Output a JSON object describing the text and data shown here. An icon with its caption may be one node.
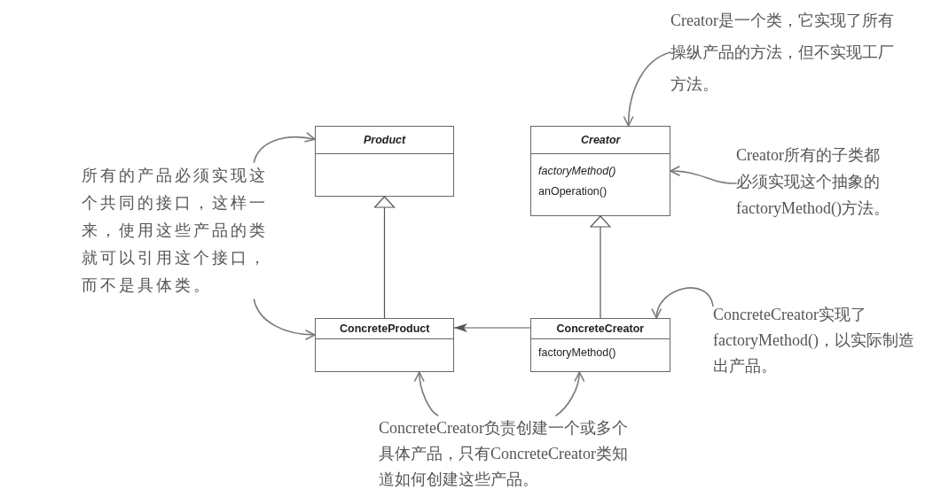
{
  "diagram": {
    "nodes": [
      {
        "text": [
          "Product"
        ]
      },
      {
        "text": [
          "Creator",
          "factoryMethod()",
          "anOperation()"
        ]
      },
      {
        "text": [
          "ConcreteProduct"
        ]
      },
      {
        "text": [
          "ConcreteCreator",
          "factoryMethod()"
        ]
      },
      {
        "text": [
          "所有的产品必须实现这个共同的接口，这样一来，使用这些产品的类就可以引用这个接口，而不是具体类。"
        ]
      },
      {
        "text": [
          "Creator是一个类，它实现了所有操纵产品的方法，但不实现工厂方法。"
        ]
      },
      {
        "text": [
          "Creator所有的子类都必须实现这个抽象的factoryMethod()方法。"
        ]
      },
      {
        "text": [
          "ConcreteCreator实现了factoryMethod()，以实际制造出产品。"
        ]
      },
      {
        "text": [
          "ConcreteCreator负责创建一个或多个具体产品，只有ConcreteCreator类知道如何创建这些产品。"
        ]
      }
    ],
    "edges": [
      {
        "from": 2,
        "to": 0,
        "arrow": "to"
      },
      {
        "from": 3,
        "to": 1,
        "arrow": "to"
      },
      {
        "from": 3,
        "to": 2,
        "arrow": "to"
      },
      {
        "from": 4,
        "to": 0,
        "arrow": "to"
      },
      {
        "from": 4,
        "to": 2,
        "arrow": "to"
      },
      {
        "from": 5,
        "to": 1,
        "arrow": "to"
      },
      {
        "from": 6,
        "to": 1,
        "arrow": "to"
      },
      {
        "from": 7,
        "to": 3,
        "arrow": "to"
      },
      {
        "from": 8,
        "to": 2,
        "arrow": "to"
      },
      {
        "from": 8,
        "to": 3,
        "arrow": "to"
      }
    ]
  }
}
